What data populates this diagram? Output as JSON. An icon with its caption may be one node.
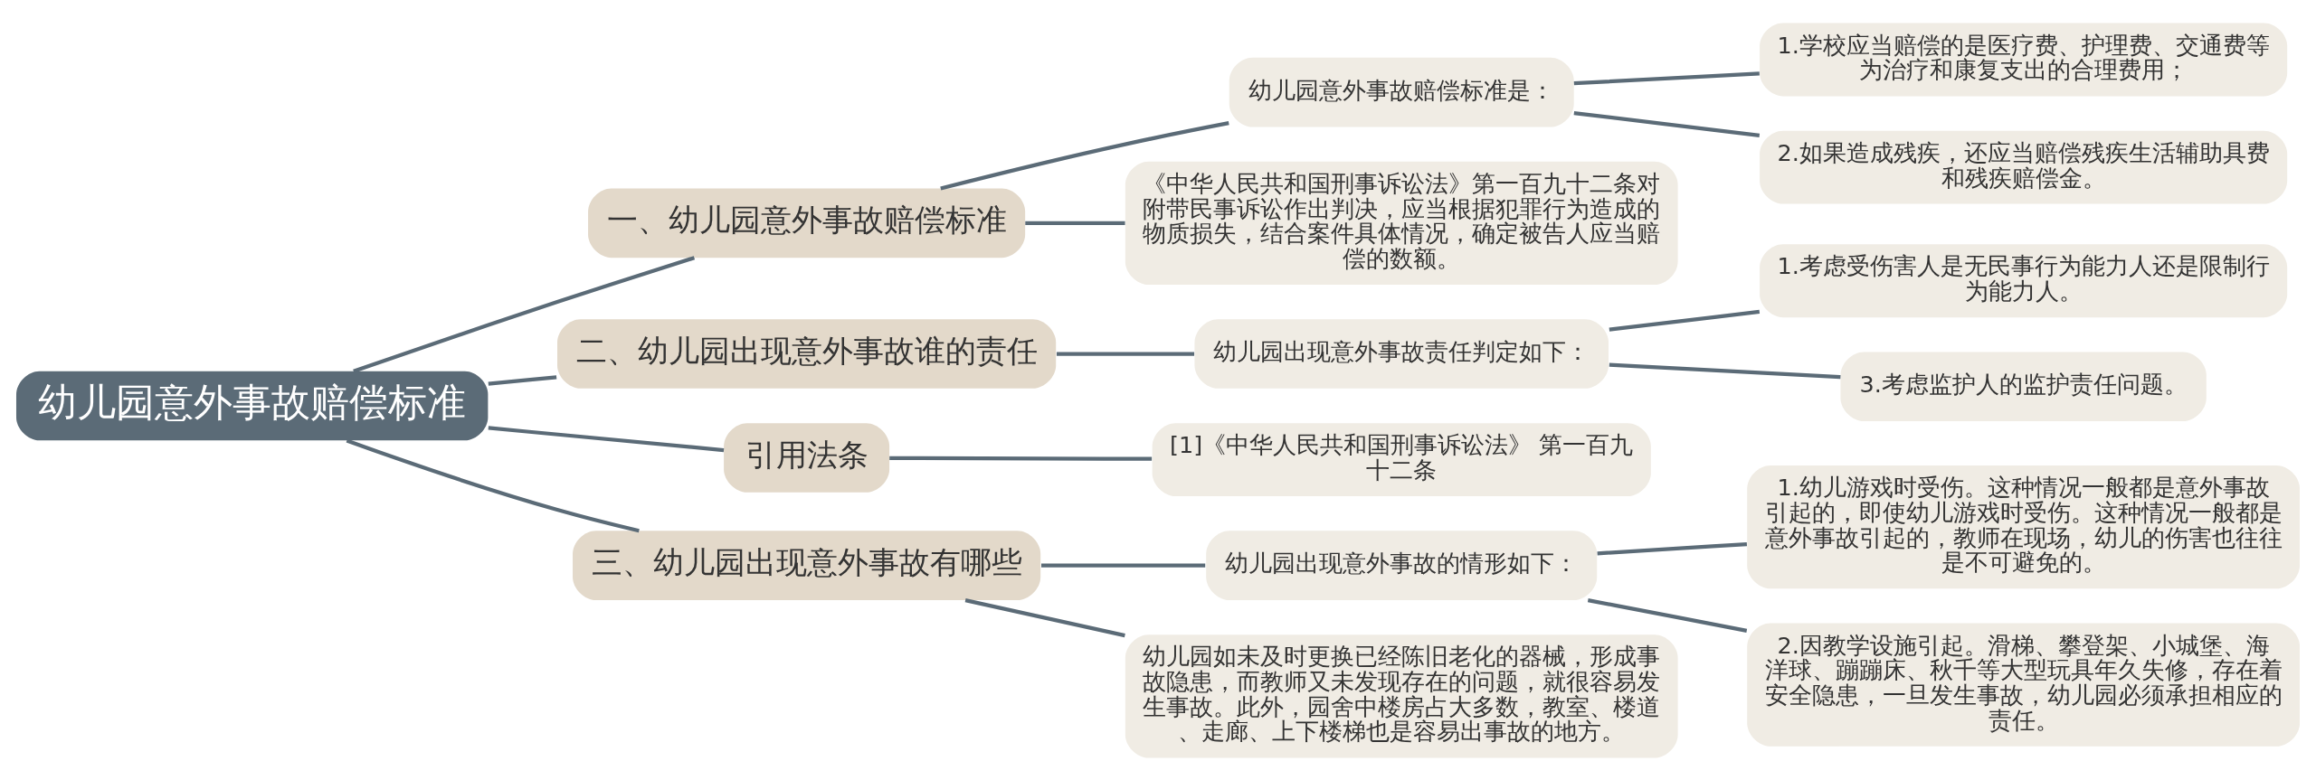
{
  "diagram": {
    "nodes": [
      {
        "text": [
          "幼儿园意外事故赔偿标准"
        ]
      },
      {
        "text": [
          "一、幼儿园意外事故赔偿标准"
        ]
      },
      {
        "text": [
          "幼儿园意外事故赔偿标准是："
        ]
      },
      {
        "text": [
          "1.学校应当赔偿的是医疗费、护理费、交通费等为治疗和康复支出的合理费用；"
        ]
      },
      {
        "text": [
          "2.如果造成残疾，还应当赔偿残疾生活辅助具费和残疾赔偿金。"
        ]
      },
      {
        "text": [
          "《中华人民共和国刑事诉讼法》第一百九十二条对附带民事诉讼作出判决，应当根据犯罪行为造成的物质损失，结合案件具体情况，确定被告人应当赔偿的数额。"
        ]
      },
      {
        "text": [
          "二、幼儿园出现意外事故谁的责任"
        ]
      },
      {
        "text": [
          "幼儿园出现意外事故责任判定如下："
        ]
      },
      {
        "text": [
          "1.考虑受伤害人是无民事行为能力人还是限制行为能力人。"
        ]
      },
      {
        "text": [
          "3.考虑监护人的监护责任问题。"
        ]
      },
      {
        "text": [
          "引用法条"
        ]
      },
      {
        "text": [
          "[1]《中华人民共和国刑事诉讼法》 第一百九十二条"
        ]
      },
      {
        "text": [
          "三、幼儿园出现意外事故有哪些"
        ]
      },
      {
        "text": [
          "幼儿园出现意外事故的情形如下："
        ]
      },
      {
        "text": [
          "1.幼儿游戏时受伤。这种情况一般都是意外事故引起的，即使幼儿游戏时受伤。这种情况一般都是意外事故引起的，教师在现场，幼儿的伤害也往往是不可避免的。"
        ]
      },
      {
        "text": [
          "2.因教学设施引起。滑梯、攀登架、小城堡、海洋球、蹦蹦床、秋千等大型玩具年久失修，存在着安全隐患，一旦发生事故，幼儿园必须承担相应的责任。"
        ]
      },
      {
        "text": [
          "幼儿园如未及时更换已经陈旧老化的器械，形成事故隐患，而教师又未发现存在的问题，就很容易发生事故。此外，园舍中楼房占大多数，教室、楼道、走廊、上下楼梯也是容易出事故的地方。"
        ]
      }
    ],
    "edges": [
      {
        "from": 0,
        "to": 1,
        "arrow": "none"
      },
      {
        "from": 1,
        "to": 2,
        "arrow": "none"
      },
      {
        "from": 2,
        "to": 3,
        "arrow": "none"
      },
      {
        "from": 2,
        "to": 4,
        "arrow": "none"
      },
      {
        "from": 1,
        "to": 5,
        "arrow": "none"
      },
      {
        "from": 0,
        "to": 6,
        "arrow": "none"
      },
      {
        "from": 6,
        "to": 7,
        "arrow": "none"
      },
      {
        "from": 7,
        "to": 8,
        "arrow": "none"
      },
      {
        "from": 7,
        "to": 9,
        "arrow": "none"
      },
      {
        "from": 0,
        "to": 10,
        "arrow": "none"
      },
      {
        "from": 10,
        "to": 11,
        "arrow": "none"
      },
      {
        "from": 0,
        "to": 12,
        "arrow": "none"
      },
      {
        "from": 12,
        "to": 13,
        "arrow": "none"
      },
      {
        "from": 13,
        "to": 14,
        "arrow": "none"
      },
      {
        "from": 13,
        "to": 15,
        "arrow": "none"
      },
      {
        "from": 12,
        "to": 16,
        "arrow": "none"
      }
    ]
  }
}
